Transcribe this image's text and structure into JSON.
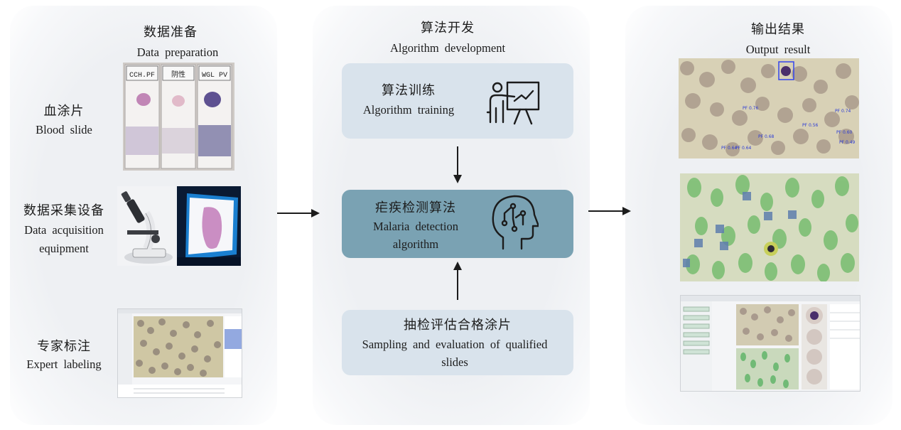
{
  "sections": {
    "left": {
      "title_cn": "数据准备",
      "title_en": "Data preparation"
    },
    "middle": {
      "title_cn": "算法开发",
      "title_en": "Algorithm development"
    },
    "right": {
      "title_cn": "输出结果",
      "title_en": "Output result"
    }
  },
  "left_items": [
    {
      "cn": "血涂片",
      "en": "Blood slide"
    },
    {
      "cn": "数据采集设备",
      "en_line1": "Data acquisition",
      "en_line2": "equipment"
    },
    {
      "cn": "专家标注",
      "en": "Expert labeling"
    }
  ],
  "slide_labels": [
    "CCH.PF",
    "阴性",
    "WGL PV"
  ],
  "boxes": {
    "training": {
      "cn": "算法训练",
      "en": "Algorithm training"
    },
    "detection": {
      "cn": "疟疾检测算法",
      "en_line1": "Malaria detection",
      "en_line2": "algorithm"
    },
    "sampling": {
      "cn": "抽检评估合格涂片",
      "en_line1": "Sampling and evaluation of qualified",
      "en_line2": "slides"
    }
  },
  "detections": [
    "PF 0.76",
    "PF 0.74",
    "PF 0.68",
    "PF 0.60",
    "PF 0.49",
    "PF 0.64",
    "PF 0.64",
    "PF 0.56"
  ],
  "colors": {
    "panel": "#eef0f3",
    "box_light": "#d9e3ec",
    "box_dark": "#7aa2b3",
    "arrow": "#1c1c1c"
  },
  "icons": [
    "presentation-teacher-icon",
    "ai-head-circuit-icon",
    "microscope-icon"
  ]
}
